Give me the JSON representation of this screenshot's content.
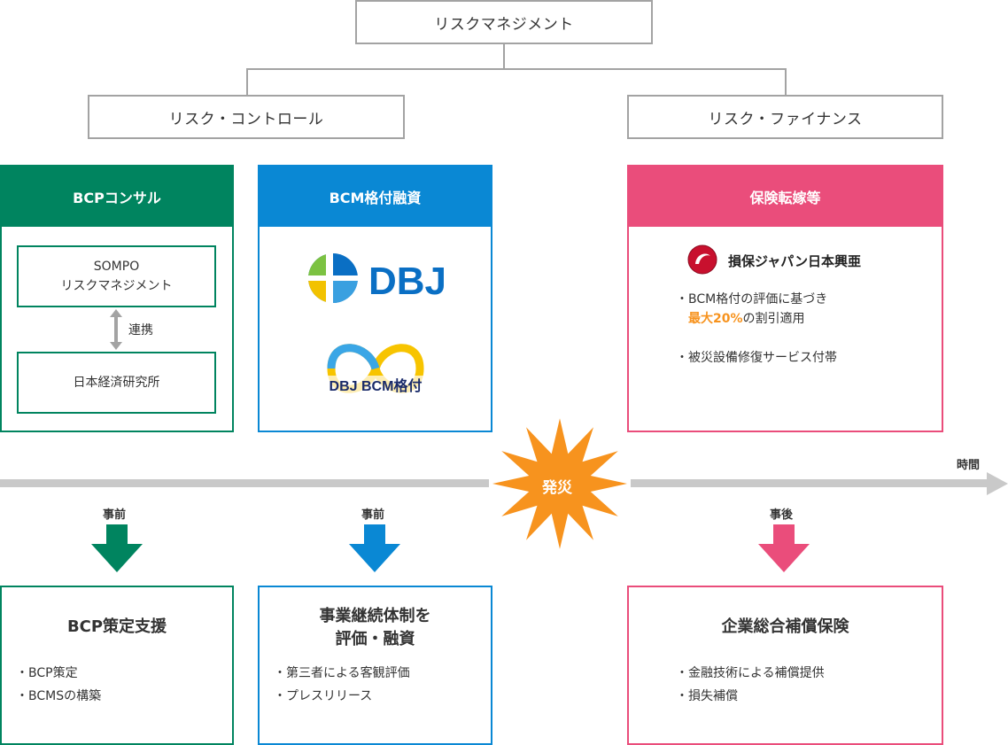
{
  "tree": {
    "root": "リスクマネジメント",
    "left": "リスク・コントロール",
    "right": "リスク・ファイナンス"
  },
  "panels": {
    "bcp": {
      "title": "BCPコンサル",
      "box1_line1": "SOMPO",
      "box1_line2": "リスクマネジメント",
      "link_label": "連携",
      "box2": "日本経済研究所"
    },
    "bcm": {
      "title": "BCM格付融資",
      "logo1_text": "DBJ",
      "logo2_text": "DBJ BCM格付"
    },
    "insurance": {
      "title": "保険転嫁等",
      "company": "損保ジャパン日本興亜",
      "bullet1_line1": "BCM格付の評価に基づき",
      "bullet1_highlight": "最大20%",
      "bullet1_rest": "の割引適用",
      "bullet2": "被災設備修復サービス付帯"
    }
  },
  "timeline": {
    "axis_label": "時間",
    "disaster": "発災",
    "before1": "事前",
    "before2": "事前",
    "after": "事後"
  },
  "bottom": {
    "bcp": {
      "title": "BCP策定支援",
      "items": [
        "BCP策定",
        "BCMSの構築"
      ]
    },
    "bcm": {
      "title_line1": "事業継続体制を",
      "title_line2": "評価・融資",
      "items": [
        "第三者による客観評価",
        "プレスリリース"
      ]
    },
    "ins": {
      "title": "企業総合補償保険",
      "items": [
        "金融技術による補償提供",
        "損失補償"
      ]
    }
  },
  "colors": {
    "green": "#00845f",
    "blue": "#0a88d4",
    "pink": "#ea4d7b",
    "orange": "#f7931e",
    "gray": "#a3a3a3"
  }
}
